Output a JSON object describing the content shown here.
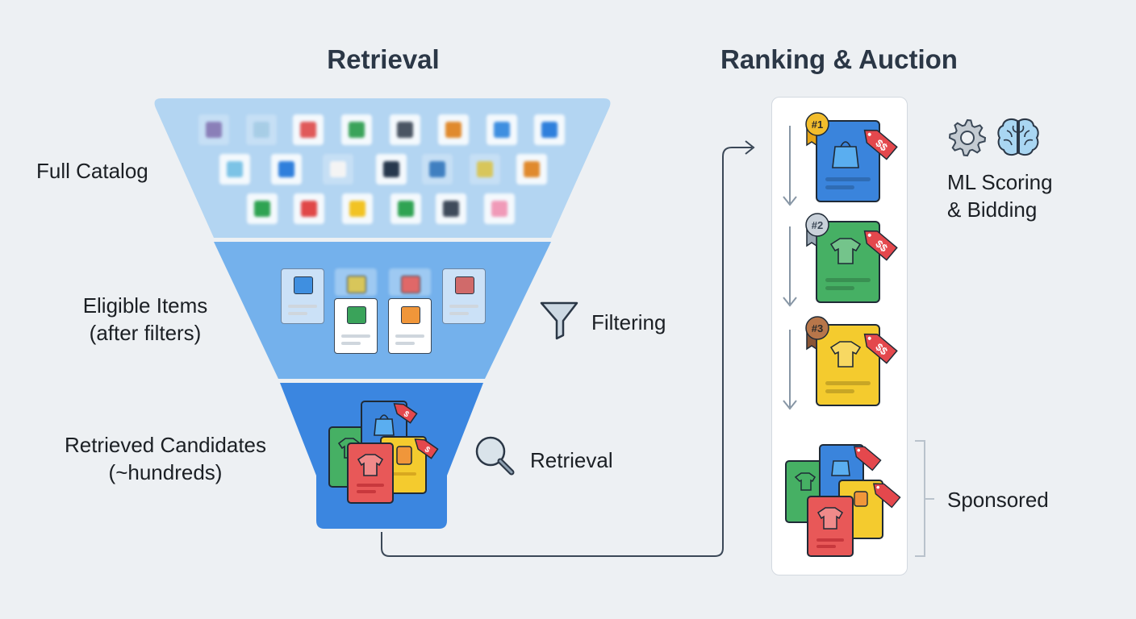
{
  "titles": {
    "retrieval": "Retrieval",
    "ranking": "Ranking & Auction"
  },
  "funnel": {
    "tiers": [
      {
        "label_line1": "Full Catalog",
        "label_line2": "",
        "color": "#b3d5f2"
      },
      {
        "label_line1": "Eligible Items",
        "label_line2": "(after filters)",
        "color": "#74b1ec"
      },
      {
        "label_line1": "Retrieved Candidates",
        "label_line2": "(~hundreds)",
        "color": "#3b86e0"
      }
    ],
    "catalog_items": [
      {
        "icon": "sneaker-icon",
        "color": "#8a7fb8",
        "faded": true
      },
      {
        "icon": "tshirt-icon",
        "color": "#a7cde6",
        "faded": true
      },
      {
        "icon": "backpack-icon",
        "color": "#e05a5a",
        "faded": false
      },
      {
        "icon": "bottle-icon",
        "color": "#3aa35a",
        "faded": false
      },
      {
        "icon": "gamepad-icon",
        "color": "#4a5563",
        "faded": false
      },
      {
        "icon": "backpack-icon",
        "color": "#e08a2e",
        "faded": false
      },
      {
        "icon": "laptop-icon",
        "color": "#3f8fe0",
        "faded": false
      },
      {
        "icon": "bag-icon",
        "color": "#2f7fdc",
        "faded": false
      },
      {
        "icon": "bag-icon",
        "color": "#7cc3e6",
        "faded": false
      },
      {
        "icon": "tshirt-icon",
        "color": "#2f7fdc",
        "faded": false
      },
      {
        "icon": "tshirt-icon",
        "color": "#f4f4f4",
        "faded": true
      },
      {
        "icon": "device-icon",
        "color": "#27384d",
        "faded": false
      },
      {
        "icon": "drill-icon",
        "color": "#3f7fc0",
        "faded": true
      },
      {
        "icon": "ruler-icon",
        "color": "#d8c65a",
        "faded": true
      },
      {
        "icon": "backpack-icon",
        "color": "#e08a2e",
        "faded": false
      },
      {
        "icon": "tshirt-icon",
        "color": "#2fa352",
        "faded": false
      },
      {
        "icon": "tshirt-icon",
        "color": "#e04848",
        "faded": false
      },
      {
        "icon": "tshirt-icon",
        "color": "#f2c323",
        "faded": false
      },
      {
        "icon": "shorts-icon",
        "color": "#2fa352",
        "faded": false
      },
      {
        "icon": "headphones-icon",
        "color": "#3f4b5b",
        "faded": false
      },
      {
        "icon": "cup-icon",
        "color": "#f09ab8",
        "faded": false
      }
    ],
    "eligible_cards": [
      {
        "icon": "tshirt-icon",
        "color": "#3f8fe0",
        "state": "dimmed"
      },
      {
        "icon": "ruler-icon",
        "color": "#d8c65a",
        "state": "blurred"
      },
      {
        "icon": "sneaker-icon",
        "color": "#e06868",
        "state": "blurred"
      },
      {
        "icon": "hat-icon",
        "color": "#d06a6a",
        "state": "dimmed"
      },
      {
        "icon": "tshirt-icon",
        "color": "#3aa35a",
        "state": "selected"
      },
      {
        "icon": "bottle-icon",
        "color": "#f0963a",
        "state": "selected"
      }
    ]
  },
  "steps": {
    "filtering": {
      "label": "Filtering",
      "icon": "funnel-icon"
    },
    "retrieval": {
      "label": "Retrieval",
      "icon": "magnifier-icon"
    }
  },
  "ranking": {
    "ranked_items": [
      {
        "rank": "#1",
        "medal_color": "#f2bd2c",
        "ribbon_color": "#e7a516",
        "card_color": "#3a84dc",
        "icon": "bag-icon",
        "price_tag": "$$"
      },
      {
        "rank": "#2",
        "medal_color": "#c9d1da",
        "ribbon_color": "#9aa7b4",
        "card_color": "#46b064",
        "icon": "tshirt-icon",
        "price_tag": "$$"
      },
      {
        "rank": "#3",
        "medal_color": "#b7764a",
        "ribbon_color": "#8a5535",
        "card_color": "#f4cb2e",
        "icon": "tshirt-icon",
        "price_tag": "$$"
      }
    ],
    "ml_label_line1": "ML Scoring",
    "ml_label_line2": "& Bidding",
    "sponsored_label": "Sponsored"
  },
  "colors": {
    "background": "#edf0f3",
    "price_tag": "#e4484d",
    "stroke": "#2b3746",
    "arrow": "#8796a5"
  }
}
